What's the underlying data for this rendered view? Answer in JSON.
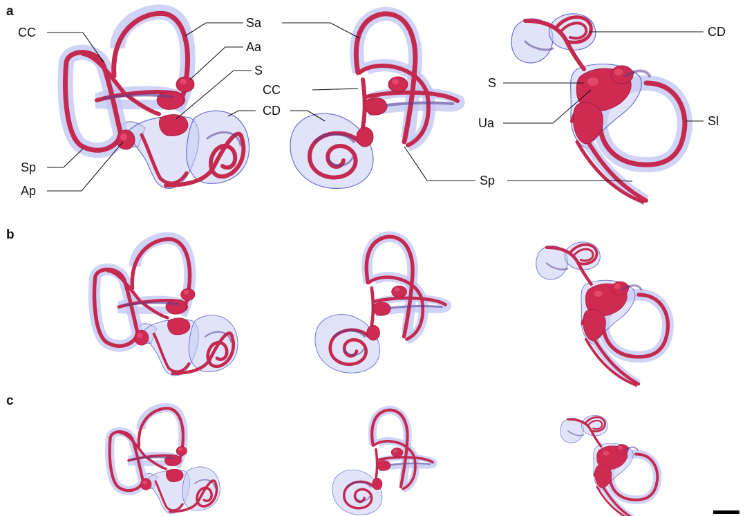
{
  "panels": [
    {
      "letter": "a"
    },
    {
      "letter": "b"
    },
    {
      "letter": "c"
    }
  ],
  "labels": {
    "view1": {
      "cc": "CC",
      "sa": "Sa",
      "aa": "Aa",
      "s": "S",
      "cd": "CD",
      "sp": "Sp",
      "ap": "Ap"
    },
    "view2": {
      "cc": "CC",
      "sp": "Sp"
    },
    "view3": {
      "cd": "CD",
      "s": "S",
      "ua": "Ua",
      "sl": "Sl"
    }
  },
  "colors": {
    "membranous_labyrinth": "#c42a4f",
    "bony_labyrinth": "#c8cdf3",
    "outline": "#5a63c8",
    "scale_bar": "#000000"
  }
}
